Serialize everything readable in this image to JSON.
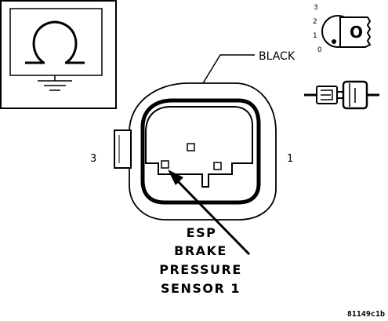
{
  "wire_color_label": "BLACK",
  "pin_labels": {
    "left": "3",
    "right": "1"
  },
  "ignition_key_positions": [
    "3",
    "2",
    "1",
    "0"
  ],
  "key_letter": "O",
  "sensor_name_lines": [
    "ESP",
    "BRAKE",
    "PRESSURE",
    "SENSOR 1"
  ],
  "figure_reference": "81149c1b",
  "icons": {
    "wiring_symbol": "ohm-ground-symbol-icon",
    "ignition": "ignition-key-icon",
    "connector_pair": "connector-pair-icon"
  }
}
